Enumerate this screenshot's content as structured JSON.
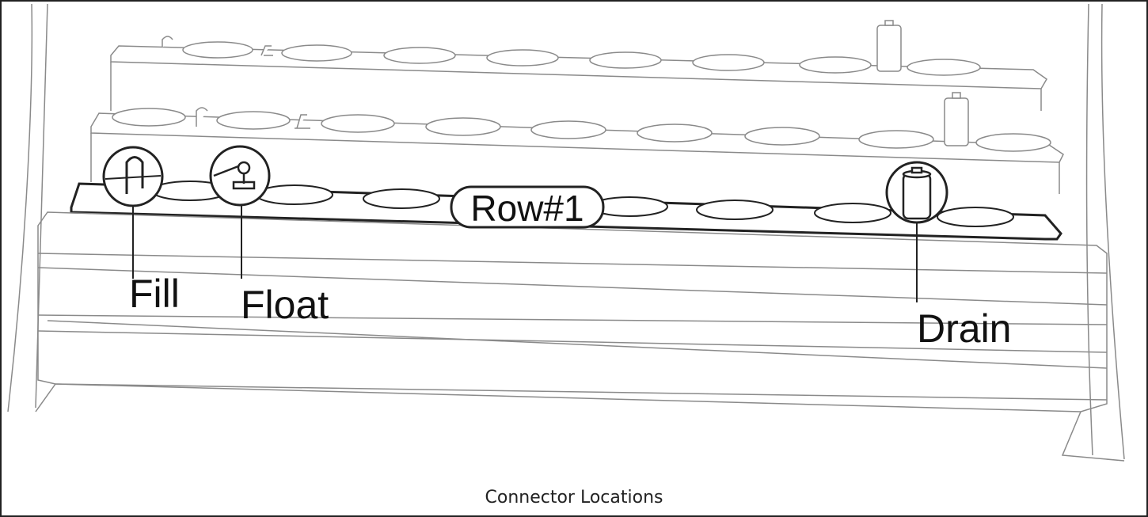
{
  "diagram": {
    "row_label": "Row#1",
    "callouts": [
      {
        "id": "fill",
        "label": "Fill"
      },
      {
        "id": "float",
        "label": "Float"
      },
      {
        "id": "drain",
        "label": "Drain"
      }
    ],
    "caption": "Connector Locations"
  },
  "colors": {
    "line": "#222222",
    "faint_line": "#8a8a8a",
    "background": "#ffffff"
  }
}
